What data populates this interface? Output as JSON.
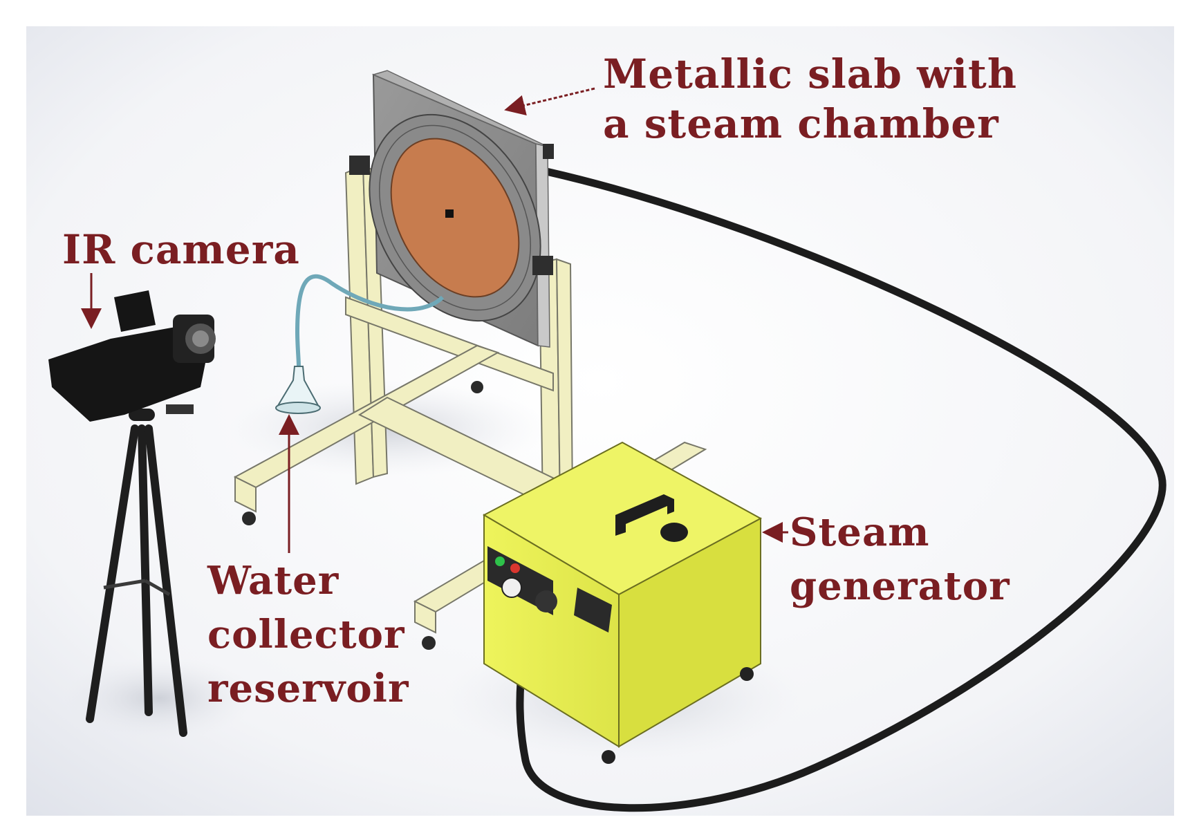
{
  "labels": {
    "metallic_slab": [
      "Metallic slab with",
      "a steam chamber"
    ],
    "ir_camera": "IR camera",
    "water_collector": [
      "Water",
      "collector",
      "reservoir"
    ],
    "steam_generator": [
      "Steam",
      "generator"
    ]
  },
  "colors": {
    "label_text": "#7a1e22",
    "arrow": "#7a1e22",
    "frame_yellow": "#f1efc2",
    "generator_yellow": "#e6ee4e",
    "slab_gray": "#8e8e8e",
    "chamber_copper": "#c77c4e",
    "hose": "#1c1c1c",
    "camera": "#151515"
  }
}
